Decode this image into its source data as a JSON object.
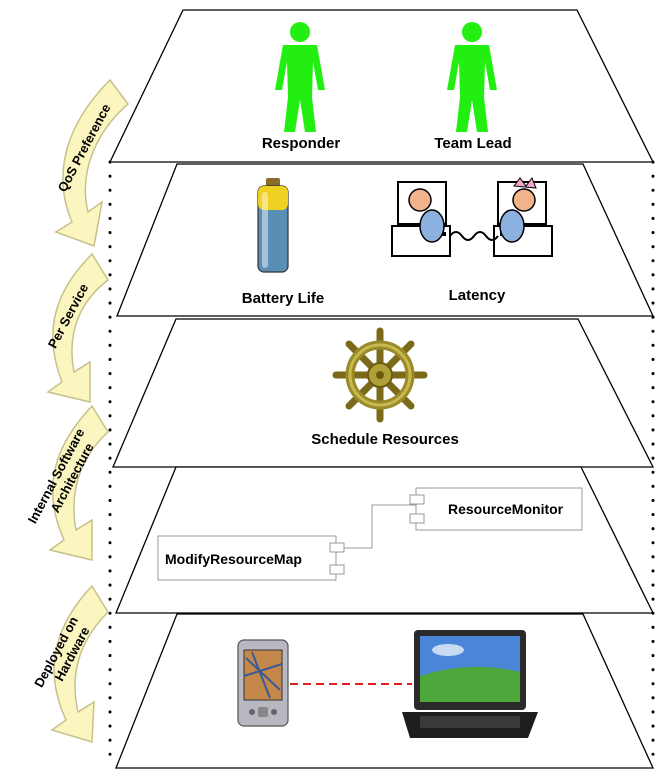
{
  "layers": [
    {
      "items": [
        "Responder",
        "Team Lead"
      ]
    },
    {
      "items": [
        "Battery Life",
        "Latency"
      ]
    },
    {
      "items": [
        "Schedule Resources"
      ]
    },
    {
      "items": [
        "ModifyResourceMap",
        "ResourceMonitor"
      ]
    },
    {
      "items": []
    }
  ],
  "arrows": [
    "QoS Preference",
    "Per Service",
    "Internal Software Architecture",
    "Deployed on Hardware"
  ],
  "arrow_lines": {
    "internal_1": "Internal Software",
    "internal_2": "Architecture",
    "deployed_1": "Deployed on",
    "deployed_2": "Hardware"
  },
  "colors": {
    "person": "#22ee11",
    "arrow_fill": "#fbf6c0",
    "arrow_stroke": "#c8c08a",
    "link_line": "#e02020"
  },
  "icons": [
    "person-icon",
    "battery-icon",
    "computers-talking-icon",
    "ship-wheel-icon",
    "pda-icon",
    "laptop-icon"
  ]
}
